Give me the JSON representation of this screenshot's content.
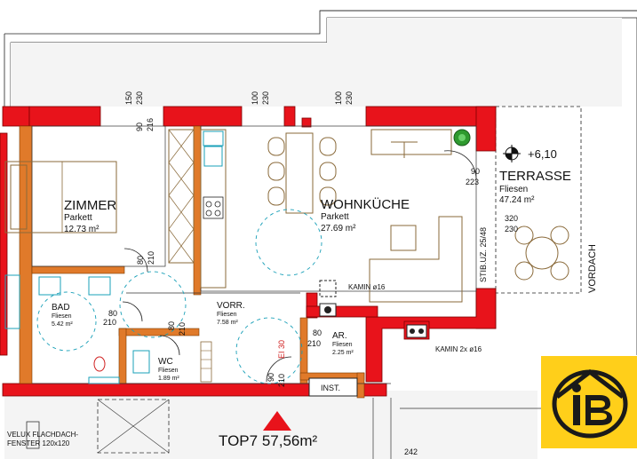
{
  "rooms": {
    "zimmer": {
      "name": "ZIMMER",
      "floor": "Parkett",
      "area": "12.73 m²"
    },
    "wohnkueche": {
      "name": "WOHNKÜCHE",
      "floor": "Parkett",
      "area": "27.69 m²"
    },
    "terrasse": {
      "name": "TERRASSE",
      "floor": "Fliesen",
      "area": "47.24 m²"
    },
    "bad": {
      "name": "BAD",
      "floor": "Fliesen",
      "area": "5.42 m²"
    },
    "vorr": {
      "name": "VORR.",
      "floor": "Fliesen",
      "area": "7.58 m²"
    },
    "wc": {
      "name": "WC",
      "floor": "Fliesen",
      "area": "1.89 m²"
    },
    "ar": {
      "name": "AR.",
      "floor": "Fliesen",
      "area": "2.25 m²"
    },
    "inst": {
      "name": "INST."
    }
  },
  "labels": {
    "elevation": "+6,10",
    "vordach": "VORDACH",
    "stairs": "STIB.UZ. 25/48",
    "kamin1": "KAMIN ø16",
    "kamin2": "KAMIN 2x ø16",
    "skylight_line1": "VELUX FLACHDACH-",
    "skylight_line2": "FENSTER 120x120",
    "unit_title": "TOP7 57,56m²",
    "e30": "EI 30",
    "bottom_num": "242"
  },
  "dims": {
    "top1": "150",
    "top1b": "230",
    "top2a": "90",
    "top2b": "216",
    "top3": "100",
    "top3b": "230",
    "top4": "100",
    "top4b": "230",
    "terr_door_a": "90",
    "terr_door_b": "223",
    "terr_win_a": "320",
    "terr_win_b": "230",
    "zim_door_a": "80",
    "zim_door_b": "210",
    "bad_door_a": "80",
    "bad_door_b": "210",
    "wc_door_a": "80",
    "wc_door_b": "210",
    "ar_door_a": "80",
    "ar_door_b": "210",
    "entry_a": "90",
    "entry_b": "210"
  },
  "colors": {
    "wall": "#e8131b",
    "inner_wall": "#e07a2a",
    "furniture": "#8a6a3a",
    "sanitary": "#1aa0b8",
    "logo_bg": "#ffcf1a"
  },
  "logo": {
    "letters": "IB",
    "icon": "house-ib-logo"
  }
}
